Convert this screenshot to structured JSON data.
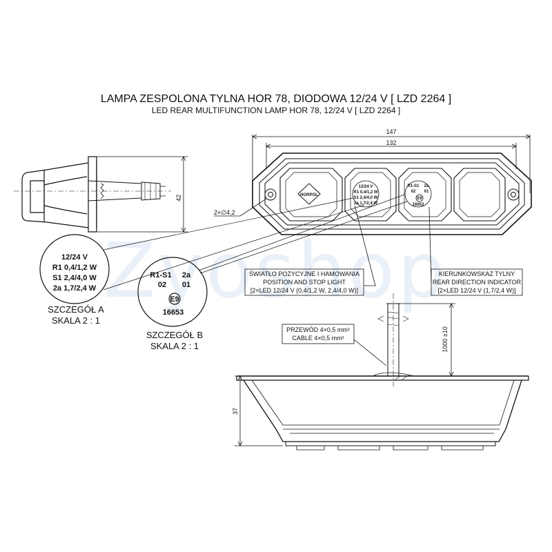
{
  "title": {
    "pl": "LAMPA ZESPOLONA TYLNA HOR 78, DIODOWA 12/24 V [ LZD 2264 ]",
    "en": "LED REAR MULTIFUNCTION LAMP HOR 78, 12/24 V [ LZD 2264 ]"
  },
  "dimensions": {
    "overall_width": "147",
    "inner_width": "132",
    "height": "42",
    "holes": "2×∅4,2",
    "cable_length": "1000 ±10",
    "depth": "37"
  },
  "lamp_face": {
    "brand": "HORPOL",
    "detail_a_small": [
      "12/24 V",
      "R1 0,4/1,2 W",
      "S1 2,4/4,0 W",
      "2a 1,7/2,4 W"
    ],
    "detail_b_small": [
      "R1-S1",
      "2a",
      "02",
      "01",
      "E9",
      "16653"
    ]
  },
  "detail_a": {
    "lines": [
      "12/24 V",
      "R1 0,4/1,2 W",
      "S1 2,4/4,0 W",
      "2a 1,7/2,4 W"
    ],
    "caption": "SZCZEGÓŁ A",
    "scale": "SKALA 2 : 1"
  },
  "detail_b": {
    "code": "R1-S1",
    "cat": "2a",
    "num1": "02",
    "num2": "01",
    "mark": "E9",
    "approval": "16653",
    "caption": "SZCZEGÓŁ B",
    "scale": "SKALA 2 : 1"
  },
  "callouts": {
    "position": [
      "ŚWIATŁO POZYCYJNE I HAMOWANIA",
      "POSITION AND STOP LIGHT",
      "[2×LED 12/24 V (0,4/1,2 W, 2,4/4,0 W)]"
    ],
    "direction": [
      "KIERUNKOWSKAZ TYLNY",
      "REAR DIRECTION INDICATOR",
      "[2×LED 12/24 V (1,7/2,4 W)]"
    ],
    "cable": [
      "PRZEWÓD 4×0,5 mm²",
      "CABLE 4×0,5 mm²"
    ]
  },
  "watermark": "Zyoshop",
  "colors": {
    "ink": "#111111",
    "watermark": "#cfe0ee"
  }
}
